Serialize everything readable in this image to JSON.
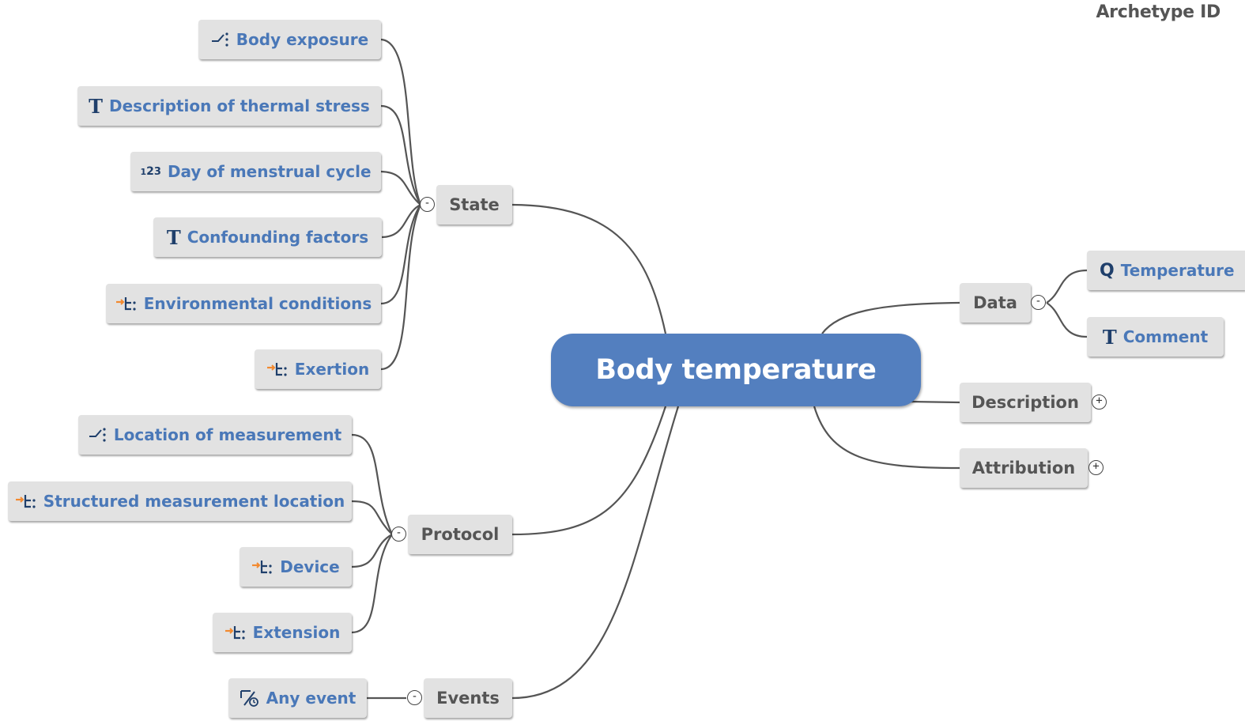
{
  "header": {
    "archetype_id_label": "Archetype ID"
  },
  "root": {
    "label": "Body temperature"
  },
  "branches": {
    "state": {
      "label": "State",
      "toggle": "-"
    },
    "protocol": {
      "label": "Protocol",
      "toggle": "-"
    },
    "events": {
      "label": "Events",
      "toggle": "-"
    },
    "data": {
      "label": "Data",
      "toggle": "-"
    },
    "description": {
      "label": "Description",
      "toggle": "+"
    },
    "attribution": {
      "label": "Attribution",
      "toggle": "+"
    }
  },
  "state_items": [
    {
      "label": "Body exposure",
      "icon": "coded-text-icon"
    },
    {
      "label": "Description of thermal stress",
      "icon": "text-icon"
    },
    {
      "label": "Day of menstrual cycle",
      "icon": "count-icon"
    },
    {
      "label": "Confounding factors",
      "icon": "text-icon"
    },
    {
      "label": "Environmental conditions",
      "icon": "slot-icon"
    },
    {
      "label": "Exertion",
      "icon": "slot-icon"
    }
  ],
  "protocol_items": [
    {
      "label": "Location of measurement",
      "icon": "coded-text-icon"
    },
    {
      "label": "Structured measurement location",
      "icon": "slot-icon"
    },
    {
      "label": "Device",
      "icon": "slot-icon"
    },
    {
      "label": "Extension",
      "icon": "slot-icon"
    }
  ],
  "events_items": [
    {
      "label": "Any event",
      "icon": "event-icon"
    }
  ],
  "data_items": [
    {
      "label": "Temperature",
      "icon": "quantity-icon"
    },
    {
      "label": "Comment",
      "icon": "text-icon"
    }
  ],
  "colors": {
    "root_fill": "#537fbf",
    "node_fill": "#e2e2e2",
    "leaf_text": "#4a78b8",
    "branch_text": "#555555",
    "connector": "#555555",
    "slot_accent": "#f28a30"
  }
}
